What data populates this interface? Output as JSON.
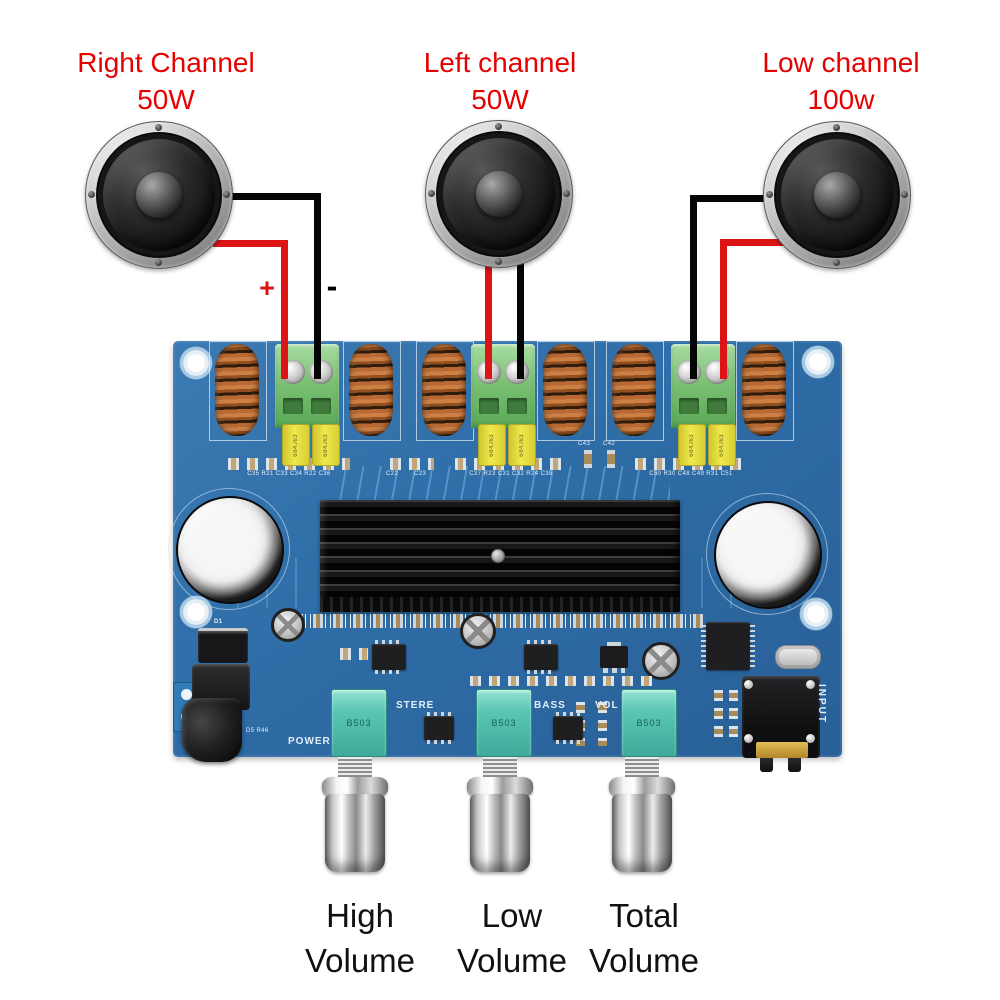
{
  "channel_labels": [
    {
      "name": "Right Channel",
      "watt": "50W"
    },
    {
      "name": "Left channel",
      "watt": "50W"
    },
    {
      "name": "Low channel",
      "watt": "100w"
    }
  ],
  "polarity": {
    "plus": "+",
    "minus": "-"
  },
  "knob_labels": [
    {
      "line1": "High",
      "line2": "Volume"
    },
    {
      "line1": "Low",
      "line2": "Volume"
    },
    {
      "line1": "Total",
      "line2": "Volume"
    }
  ],
  "board_silkscreen": {
    "power": "POWER",
    "input": "INPUT",
    "stereo": "STERE",
    "bass": "BASS",
    "vol": "VOL",
    "d1": "D1",
    "d5r46": "D5 R46",
    "c22": "C22",
    "c23": "C23",
    "c43": "C43",
    "c42": "C42",
    "smd_row_left": "C35 R21 C33 C34 R22 C36",
    "smd_row_center": "C37 R23 C31 C32 R24 C38",
    "smd_row_right": "C50 R30 C48 C49 R31 C51"
  },
  "components": {
    "film_cap_label": "684J63",
    "pot_label": "B503"
  },
  "colors": {
    "pcb_blue": "#2f6ea8",
    "annotation_red": "#e60000",
    "wire_red": "#dd1414",
    "wire_black": "#050505",
    "terminal_green": "#7cc176",
    "film_cap_yellow": "#e9e13c",
    "coil_copper": "#b0602b",
    "heatsink_black": "#131313",
    "knob_chrome": "#c9c9c9",
    "pot_teal": "#5ac6b5"
  }
}
